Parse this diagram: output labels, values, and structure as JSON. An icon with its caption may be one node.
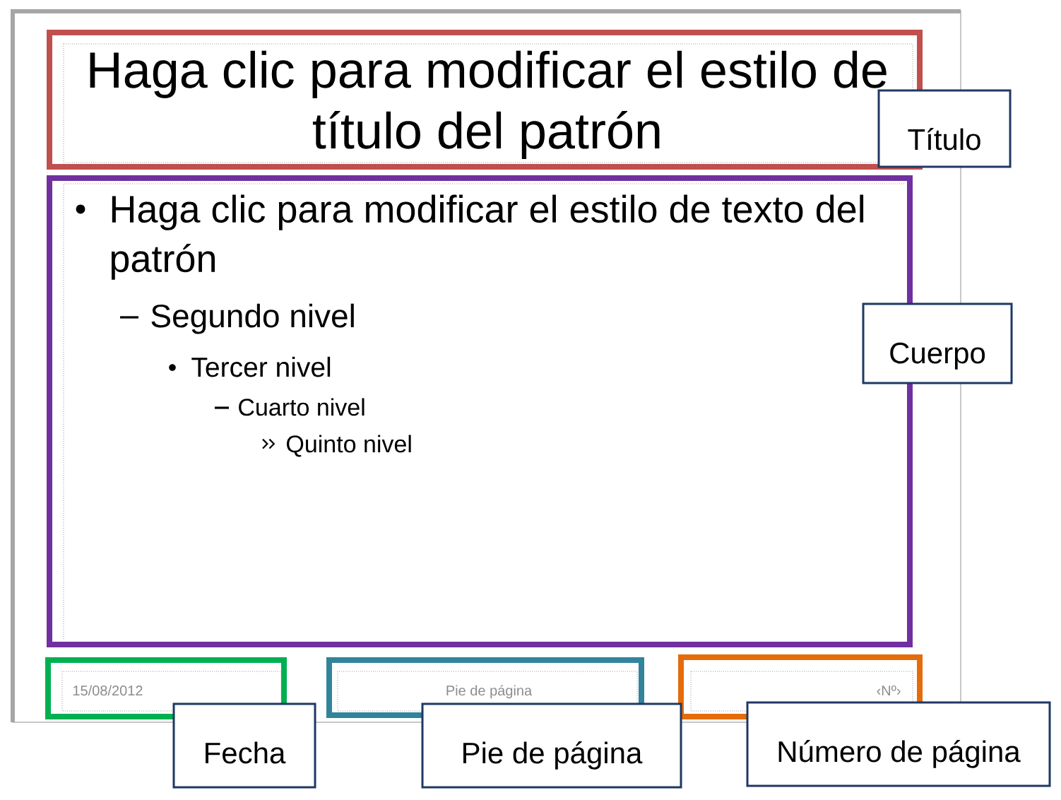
{
  "diagram": {
    "nodes": [
      {
        "text": [],
        "shape": "box"
      },
      {
        "text": [
          "Haga clic para modificar el estilo de título del patrón"
        ],
        "in": 0
      },
      {
        "text": [
          "Título"
        ]
      },
      {
        "text": [
          "Haga clic para modificar el estilo de texto del patrón",
          "Segundo nivel",
          "Tercer nivel",
          "Cuarto nivel",
          "Quinto nivel"
        ],
        "in": 0
      },
      {
        "text": [
          "Cuerpo"
        ]
      },
      {
        "text": [
          "15/08/2012"
        ],
        "in": 0
      },
      {
        "text": [
          "Pie de página"
        ],
        "in": 0
      },
      {
        "text": [
          "‹Nº›"
        ],
        "in": 0
      },
      {
        "text": [
          "Fecha"
        ]
      },
      {
        "text": [
          "Pie de página"
        ]
      },
      {
        "text": [
          "Número de página"
        ]
      }
    ]
  }
}
